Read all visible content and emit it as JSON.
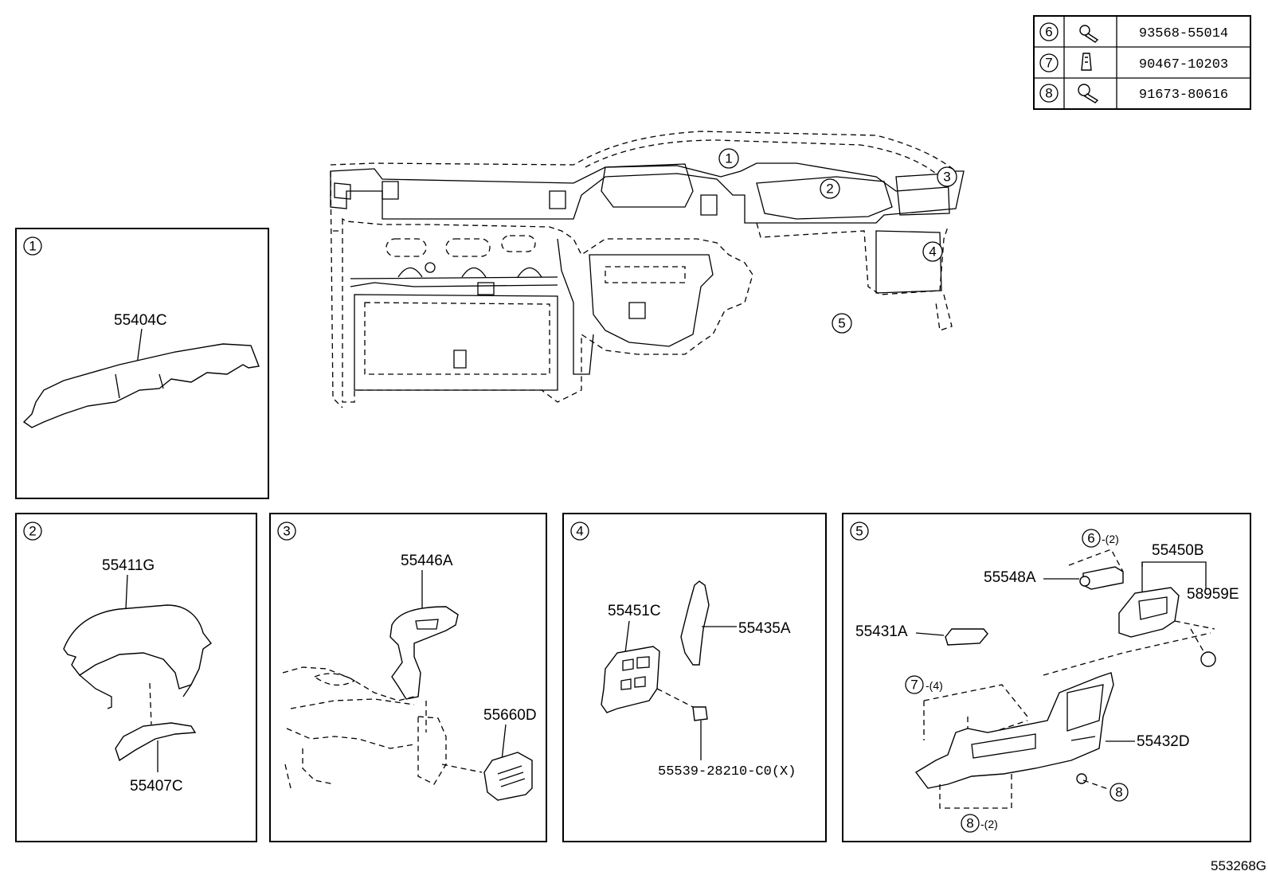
{
  "fastener_table": [
    {
      "ref": "6",
      "part_no": "93568-55014",
      "icon": "bolt-icon"
    },
    {
      "ref": "7",
      "part_no": "90467-10203",
      "icon": "clip-icon"
    },
    {
      "ref": "8",
      "part_no": "91673-80616",
      "icon": "screw-icon"
    }
  ],
  "main_callouts": [
    "1",
    "2",
    "3",
    "4",
    "5"
  ],
  "panels": {
    "p1": {
      "ref": "1",
      "parts": [
        "55404C"
      ]
    },
    "p2": {
      "ref": "2",
      "parts": [
        "55411G",
        "55407C"
      ]
    },
    "p3": {
      "ref": "3",
      "parts": [
        "55446A",
        "55660D"
      ]
    },
    "p4": {
      "ref": "4",
      "parts": [
        "55451C",
        "55435A",
        "55539-28210-C0(X)"
      ]
    },
    "p5": {
      "ref": "5",
      "parts": [
        "55450B",
        "55548A",
        "58959E",
        "55431A",
        "55432D"
      ],
      "qty": {
        "six": "-(2)",
        "seven": "-(4)",
        "eight_b": "-(2)"
      },
      "refs": {
        "six": "6",
        "seven": "7",
        "eight_a": "8",
        "eight_b": "8"
      }
    }
  },
  "diagram_id": "553268G"
}
